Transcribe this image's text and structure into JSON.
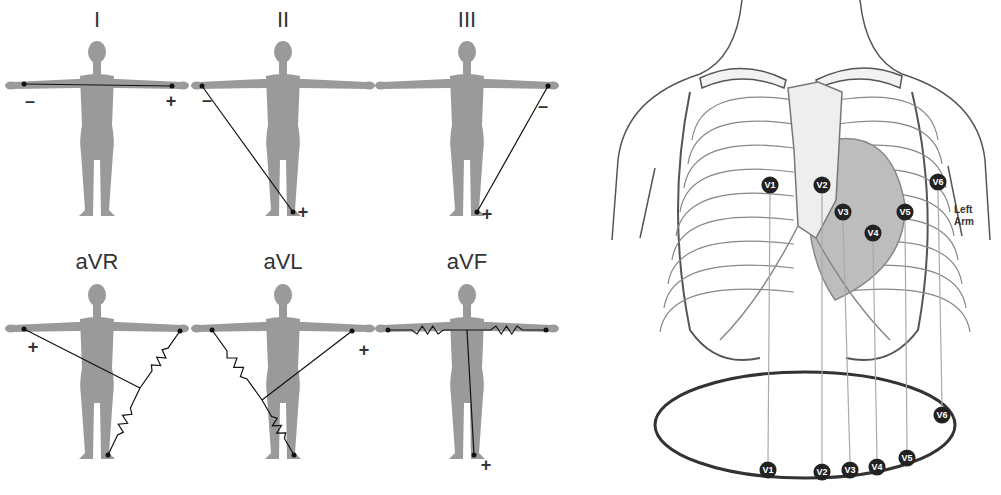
{
  "diagram": {
    "nodes": [
      {
        "text": [
          "V1"
        ]
      },
      {
        "text": [
          "V2"
        ]
      },
      {
        "text": [
          "V3"
        ]
      },
      {
        "text": [
          "V4"
        ]
      },
      {
        "text": [
          "V5"
        ]
      },
      {
        "text": [
          "V6"
        ]
      },
      {
        "text": [
          "V1"
        ]
      },
      {
        "text": [
          "V2"
        ]
      },
      {
        "text": [
          "V3"
        ]
      },
      {
        "text": [
          "V4"
        ]
      },
      {
        "text": [
          "V5"
        ]
      },
      {
        "text": [
          "V6"
        ]
      }
    ],
    "edges": [
      {
        "from": 0,
        "to": 6,
        "arrow": "none"
      },
      {
        "from": 1,
        "to": 7,
        "arrow": "none"
      },
      {
        "from": 2,
        "to": 8,
        "arrow": "none"
      },
      {
        "from": 3,
        "to": 9,
        "arrow": "none"
      },
      {
        "from": 4,
        "to": 10,
        "arrow": "none"
      },
      {
        "from": 5,
        "to": 11,
        "arrow": "none"
      }
    ],
    "labels": [
      "I",
      "–",
      "+",
      "II",
      "–",
      "+",
      "III",
      "–",
      "+",
      "aVR",
      "+",
      "aVL",
      "+",
      "aVF",
      "+",
      "Left Arm"
    ]
  }
}
